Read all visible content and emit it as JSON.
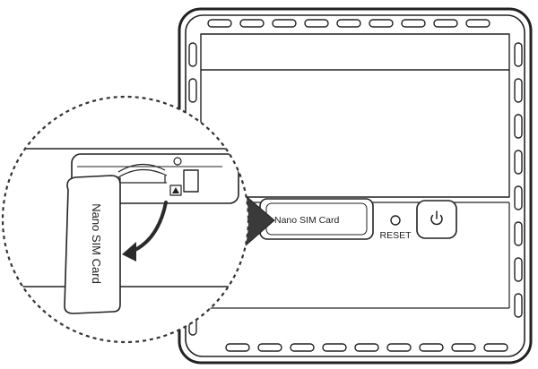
{
  "diagram": {
    "slot_panel_label": "Nano SIM Card",
    "reset_label": "RESET",
    "callout_card_label": "Nano SIM Card",
    "colors": {
      "stroke": "#222222",
      "background": "#ffffff"
    },
    "icons": {
      "power": "power-icon",
      "reset": "reset-pinhole-icon",
      "insert_arrow": "curved-arrow-icon",
      "direction_arrow": "triangle-arrow-icon"
    }
  }
}
